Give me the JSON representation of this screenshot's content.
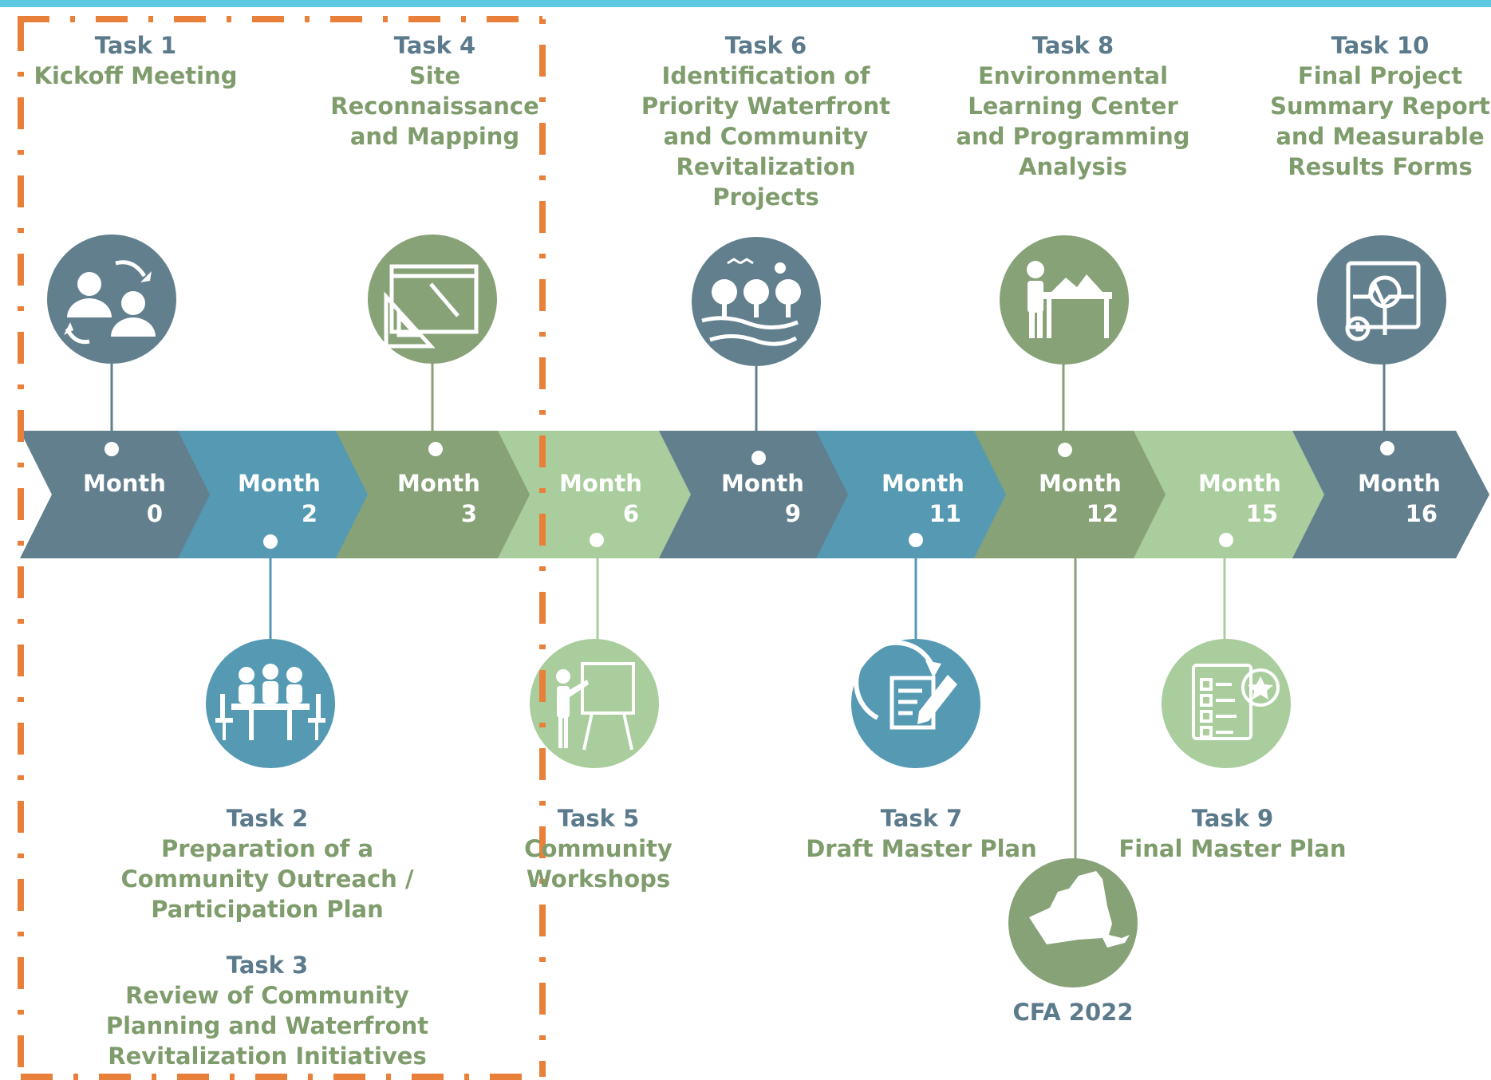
{
  "colors": {
    "slate": "#627f8e",
    "blue": "#5599b3",
    "green": "#87a277",
    "lightgreen": "#a9cd9c",
    "phase_border": "#e8803a",
    "top_bar": "#5dc8e0",
    "task_number": "#5b7a8c",
    "task_title": "#7f9c6c"
  },
  "milestones": [
    {
      "word": "Month",
      "num": "0",
      "color": "slate"
    },
    {
      "word": "Month",
      "num": "2",
      "color": "blue"
    },
    {
      "word": "Month",
      "num": "3",
      "color": "green"
    },
    {
      "word": "Month",
      "num": "6",
      "color": "lightgreen"
    },
    {
      "word": "Month",
      "num": "9",
      "color": "slate"
    },
    {
      "word": "Month",
      "num": "11",
      "color": "blue"
    },
    {
      "word": "Month",
      "num": "12",
      "color": "green"
    },
    {
      "word": "Month",
      "num": "15",
      "color": "lightgreen"
    },
    {
      "word": "Month",
      "num": "16",
      "color": "slate"
    }
  ],
  "tasks": {
    "t1": {
      "number": "Task 1",
      "title": [
        "Kickoff Meeting"
      ],
      "icon": "meeting-exchange-icon",
      "color": "slate"
    },
    "t4": {
      "number": "Task 4",
      "title": [
        "Site",
        "Reconnaissance",
        "and Mapping"
      ],
      "icon": "drafting-tools-icon",
      "color": "green"
    },
    "t6": {
      "number": "Task 6",
      "title": [
        "Identification of",
        "Priority Waterfront",
        "and Community",
        "Revitalization",
        "Projects"
      ],
      "icon": "landscape-trees-icon",
      "color": "slate"
    },
    "t8": {
      "number": "Task 8",
      "title": [
        "Environmental",
        "Learning Center",
        "and Programming",
        "Analysis"
      ],
      "icon": "model-table-icon",
      "color": "green"
    },
    "t10": {
      "number": "Task 10",
      "title": [
        "Final Project",
        "Summary Report",
        "and Measurable",
        "Results Forms"
      ],
      "icon": "report-analysis-icon",
      "color": "slate"
    },
    "t2": {
      "number": "Task 2",
      "title": [
        "Preparation of a",
        "Community Outreach /",
        "Participation Plan"
      ],
      "icon": "team-table-icon",
      "color": "blue"
    },
    "t3": {
      "number": "Task 3",
      "title": [
        "Review of Community",
        "Planning and Waterfront",
        "Revitalization Initiatives"
      ]
    },
    "t5": {
      "number": "Task 5",
      "title": [
        "Community",
        "Workshops"
      ],
      "icon": "presentation-icon",
      "color": "lightgreen"
    },
    "t7": {
      "number": "Task 7",
      "title": [
        "Draft Master Plan"
      ],
      "icon": "edit-document-icon",
      "color": "blue"
    },
    "t9": {
      "number": "Task 9",
      "title": [
        "Final Master Plan"
      ],
      "icon": "checklist-star-icon",
      "color": "lightgreen"
    },
    "cfa": {
      "label": "CFA 2022",
      "icon": "new-york-state-icon",
      "color": "green"
    }
  }
}
